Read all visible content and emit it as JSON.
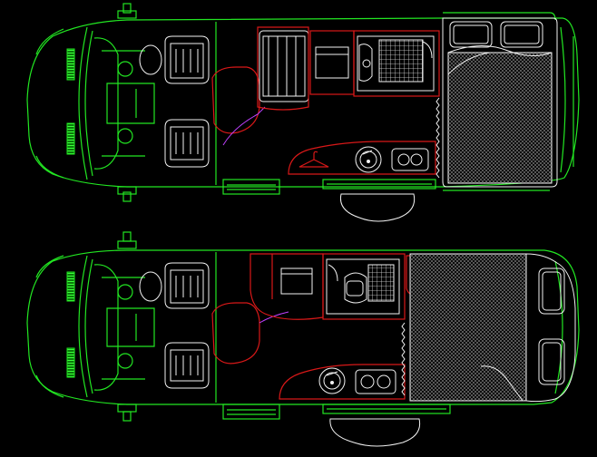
{
  "drawing": {
    "background": "#000000",
    "colors": {
      "body_outline": "#22e622",
      "furniture": "#f2f2f2",
      "interior_walls": "#d81818",
      "cable_path": "#c040ff"
    },
    "layouts": [
      {
        "id": "layout-top",
        "orientation": "bed-rear",
        "elements": [
          "cab",
          "driver-seat",
          "passenger-seat",
          "dinette-table",
          "bench-seat",
          "fridge",
          "washroom",
          "toilet",
          "hob",
          "sink",
          "wardrobe-hanger",
          "rear-bed",
          "sliding-door-step"
        ]
      },
      {
        "id": "layout-bottom",
        "orientation": "bed-lengthwise",
        "elements": [
          "cab",
          "driver-seat",
          "passenger-seat",
          "dinette-table",
          "fridge",
          "washroom",
          "toilet",
          "wardrobe-hanger",
          "sink",
          "hob",
          "lengthwise-bed",
          "sliding-door-step"
        ]
      }
    ]
  }
}
